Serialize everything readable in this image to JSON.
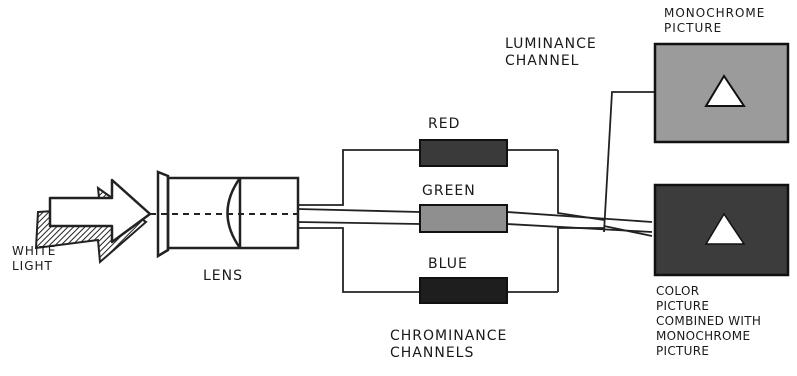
{
  "labels": {
    "white_light": "WHITE\nLIGHT",
    "lens": "LENS",
    "red": "RED",
    "green": "GREEN",
    "blue": "BLUE",
    "luminance_channel": "LUMINANCE\nCHANNEL",
    "chrominance_channels": "CHROMINANCE\nCHANNELS",
    "monochrome_picture": "MONOCHROME\nPICTURE",
    "color_picture": "COLOR\nPICTURE\nCOMBINED WITH\nMONOCHROME\nPICTURE"
  },
  "colors": {
    "red_filter": "#3a3a3a",
    "green_filter": "#8f8f8f",
    "blue_filter": "#1e1e1e",
    "monochrome_screen": "#9b9b9b",
    "color_screen": "#3c3c3c",
    "triangle": "#ffffff"
  }
}
